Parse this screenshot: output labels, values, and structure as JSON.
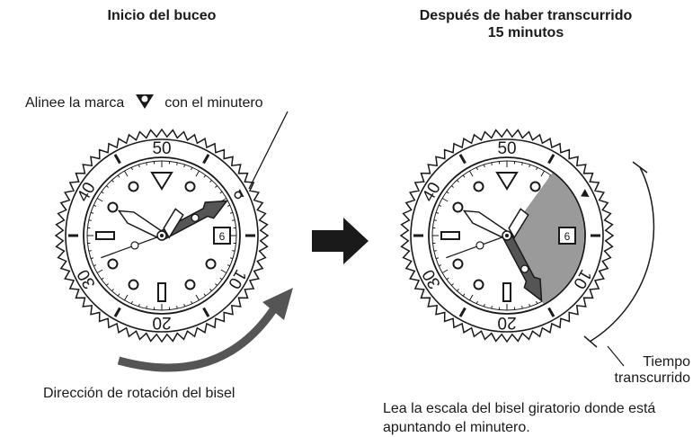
{
  "titles": {
    "left": "Inicio del buceo",
    "right_line1": "Después de haber transcurrido",
    "right_line2": "15 minutos"
  },
  "align_instruction": {
    "before": "Alinee la marca",
    "mark_icon": "inverted-triangle-marker-icon",
    "after": "con el minutero"
  },
  "rotation_caption": "Dirección de rotación del bisel",
  "elapsed_label": {
    "line1": "Tiempo",
    "line2": "transcurrido"
  },
  "read_caption": "Lea la escala del bisel giratorio donde está apuntando el minutero.",
  "bezel_numbers": [
    "50",
    "40",
    "30",
    "20",
    "10"
  ],
  "date_window": "6",
  "colors": {
    "ink": "#1a1a1a",
    "elapsed_sector": "#9a9a9a",
    "bezel_fill": "#ffffff",
    "arrow": "#1a1a1a"
  }
}
